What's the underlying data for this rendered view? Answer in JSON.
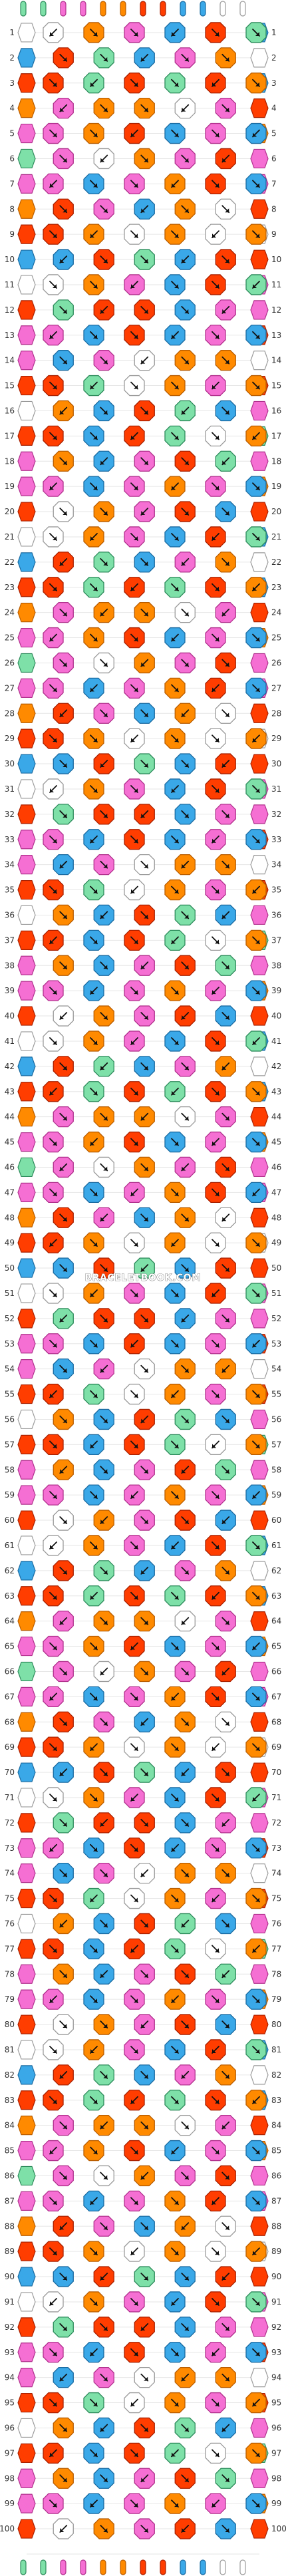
{
  "watermark": "BRACELETBOOK.COM",
  "row_count": 100,
  "string_count": 12,
  "colors": {
    "G": "#7ee0a8",
    "P": "#f56fd3",
    "O": "#ff8a00",
    "R": "#ff3d00",
    "B": "#3aa8e8",
    "W": "#ffffff"
  },
  "strings_top": [
    "G",
    "G",
    "P",
    "P",
    "O",
    "O",
    "R",
    "R",
    "B",
    "B",
    "W",
    "W"
  ],
  "knot_glyph": "forward-knot-arrow"
}
